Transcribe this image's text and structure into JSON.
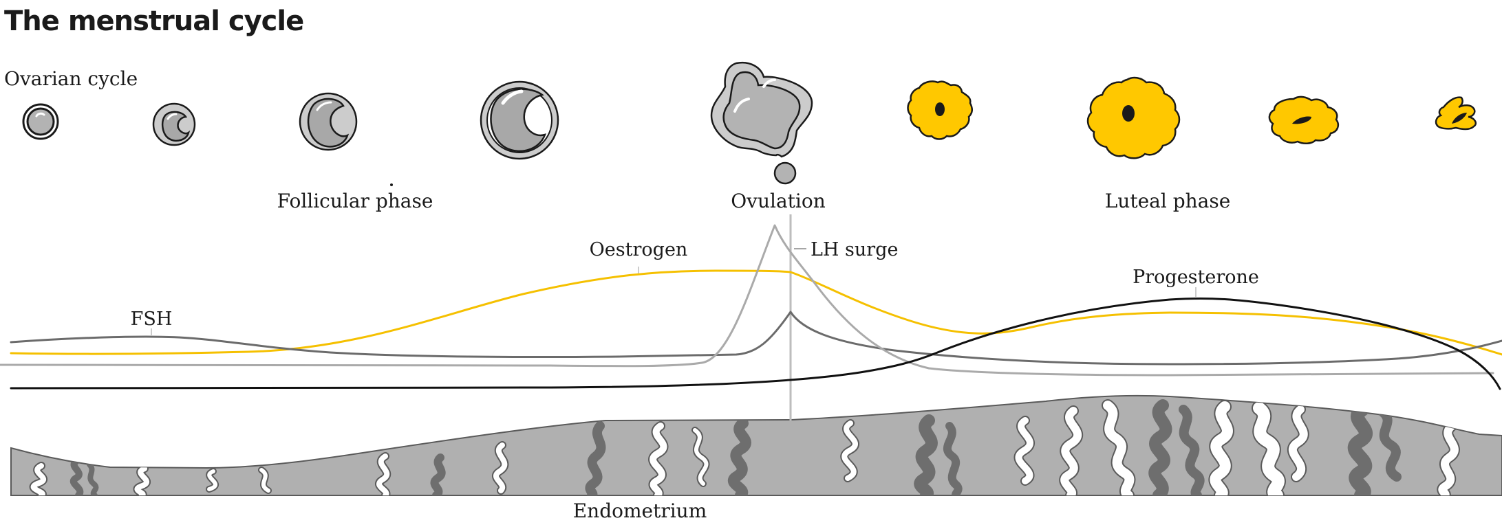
{
  "title": "The menstrual cycle",
  "labels": {
    "ovarian_cycle": "Ovarian cycle",
    "follicular_phase": "Follicular phase",
    "ovulation": "Ovulation",
    "luteal_phase": "Luteal phase",
    "endometrium": "Endometrium"
  },
  "hormones": {
    "oestrogen": "Oestrogen",
    "lh": "LH surge",
    "fsh": "FSH",
    "progesterone": "Progesterone"
  },
  "colors": {
    "oestrogen": "#f5c000",
    "lh": "#aaaaaa",
    "fsh": "#6b6b6b",
    "progesterone": "#111111",
    "follicle_fill": "#b3b3b3",
    "corpus_luteum": "#ffc800",
    "endometrium": "#b0b0b0",
    "endometrium_dark": "#6e6e6e"
  },
  "icons": [
    "follicle-primordial-icon",
    "follicle-primary-icon",
    "follicle-secondary-icon",
    "follicle-graafian-icon",
    "ovulating-follicle-icon",
    "corpus-luteum-early-icon",
    "corpus-luteum-mature-icon",
    "corpus-luteum-regressing-icon",
    "corpus-albicans-icon"
  ]
}
